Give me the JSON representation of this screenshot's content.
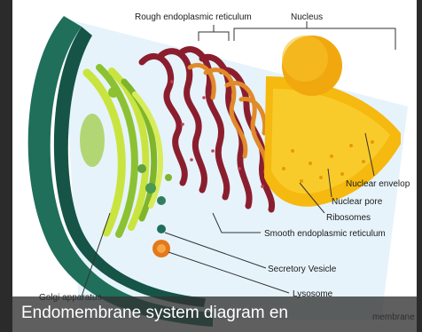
{
  "labels": {
    "rough_er": "Rough endoplasmic reticulum",
    "nucleus": "Nucleus",
    "nuclear_envelope": "Nuclear envelop",
    "nuclear_pore": "Nuclear pore",
    "ribosomes": "Ribosomes",
    "smooth_er": "Smooth endoplasmic reticulum",
    "secretory_vesicle": "Secretory Vesicle",
    "lysosome": "Lysosome",
    "golgi": "Golgi apparatus",
    "plasma_membrane_fragment": "membrane"
  },
  "caption": "Endomembrane system diagram en",
  "colors": {
    "cytoplasm": "#e6f3fb",
    "plasma_membrane": "#1f6f5a",
    "golgi_light": "#b8d93a",
    "golgi_dark": "#7fb52a",
    "rough_er": "#8b1e2e",
    "smooth_er": "#e08a2a",
    "nucleus_outer": "#f5b90f",
    "nucleolus": "#f0a80e",
    "vesicle": "#1f6f5a",
    "lysosome": "#e67817"
  }
}
